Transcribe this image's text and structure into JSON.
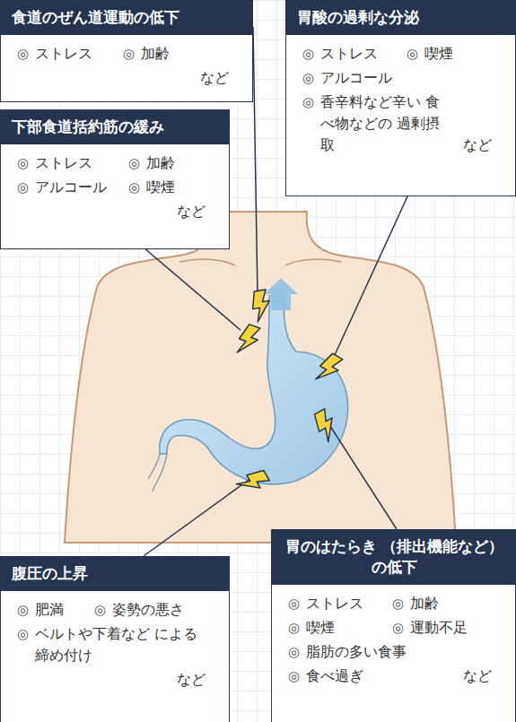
{
  "diagram": {
    "nodes": [
      {
        "text": [
          "食道のぜん道運動の低下",
          "ストレス",
          "加齢",
          "など"
        ]
      },
      {
        "text": [
          "下部食道括約筋の緩み",
          "ストレス",
          "加齢",
          "アルコール",
          "喫煙",
          "など"
        ]
      },
      {
        "text": [
          "胃酸の過剰な分泌",
          "ストレス",
          "喫煙",
          "アルコール",
          "香辛料など辛い 食べ物などの 過剰摂取",
          "など"
        ]
      },
      {
        "text": [
          "腹圧の上昇",
          "肥満",
          "姿勢の悪さ",
          "ベルトや下着など による締め付け",
          "など"
        ]
      },
      {
        "text": [
          "胃のはたらき （排出機能など）の低下",
          "ストレス",
          "加齢",
          "喫煙",
          "運動不足",
          "脂肪の多い食事",
          "食べ過ぎ",
          "など"
        ]
      }
    ]
  }
}
